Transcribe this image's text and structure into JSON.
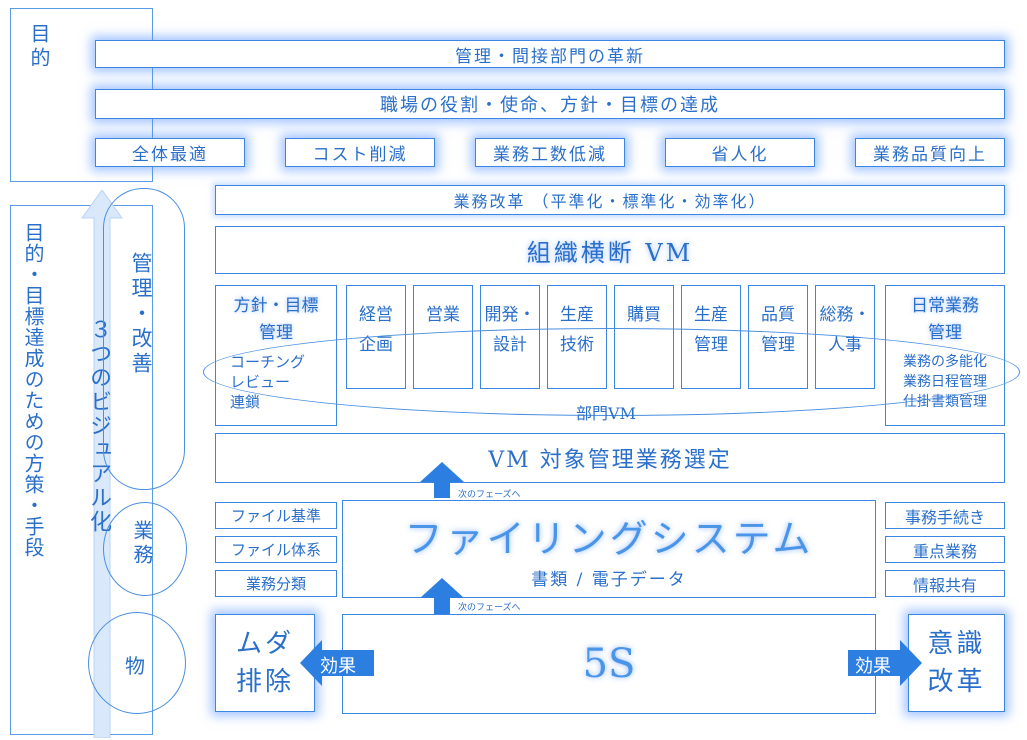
{
  "left_panel": {
    "purpose_label": "目的",
    "means_label": "目的・目標達成のための方策・手段",
    "visual_label": "３つのビジュアル化",
    "stages": [
      "管理・改善",
      "業務",
      "物"
    ]
  },
  "purpose_rows": {
    "row1": "管理・間接部門の革新",
    "row2": "職場の役割・使命、方針・目標の達成",
    "goals": [
      "全体最適",
      "コスト削減",
      "業務工数低減",
      "省人化",
      "業務品質向上"
    ]
  },
  "improvement": "業務改革 （平準化・標準化・効率化）",
  "cross_org_vm": "組織横断 VM",
  "policy_box": {
    "title_line1": "方針・目標",
    "title_line2": "管理",
    "items": [
      "コーチング",
      "レビュー",
      "連鎖"
    ]
  },
  "departments": [
    [
      "経営",
      "企画"
    ],
    [
      "営業"
    ],
    [
      "開発・",
      "設計"
    ],
    [
      "生産",
      "技術"
    ],
    [
      "購買"
    ],
    [
      "生産",
      "管理"
    ],
    [
      "品質",
      "管理"
    ],
    [
      "総務・",
      "人事"
    ]
  ],
  "daily_box": {
    "title_line1": "日常業務",
    "title_line2": "管理",
    "items": [
      "業務の多能化",
      "業務日程管理",
      "仕掛書類管理"
    ]
  },
  "dept_vm_label": "部門VM",
  "vm_selection": "VM 対象管理業務選定",
  "next_phase_label": "次のフェーズへ",
  "filing": {
    "title": "ファイリングシステム",
    "subtitle": "書類 / 電子データ",
    "left_items": [
      "ファイル基準",
      "ファイル体系",
      "業務分類"
    ],
    "right_items": [
      "事務手続き",
      "重点業務",
      "情報共有"
    ]
  },
  "five_s": "5S",
  "effect_label": "効果",
  "muda": [
    "ムダ",
    "排除"
  ],
  "awareness": [
    "意識",
    "改革"
  ]
}
